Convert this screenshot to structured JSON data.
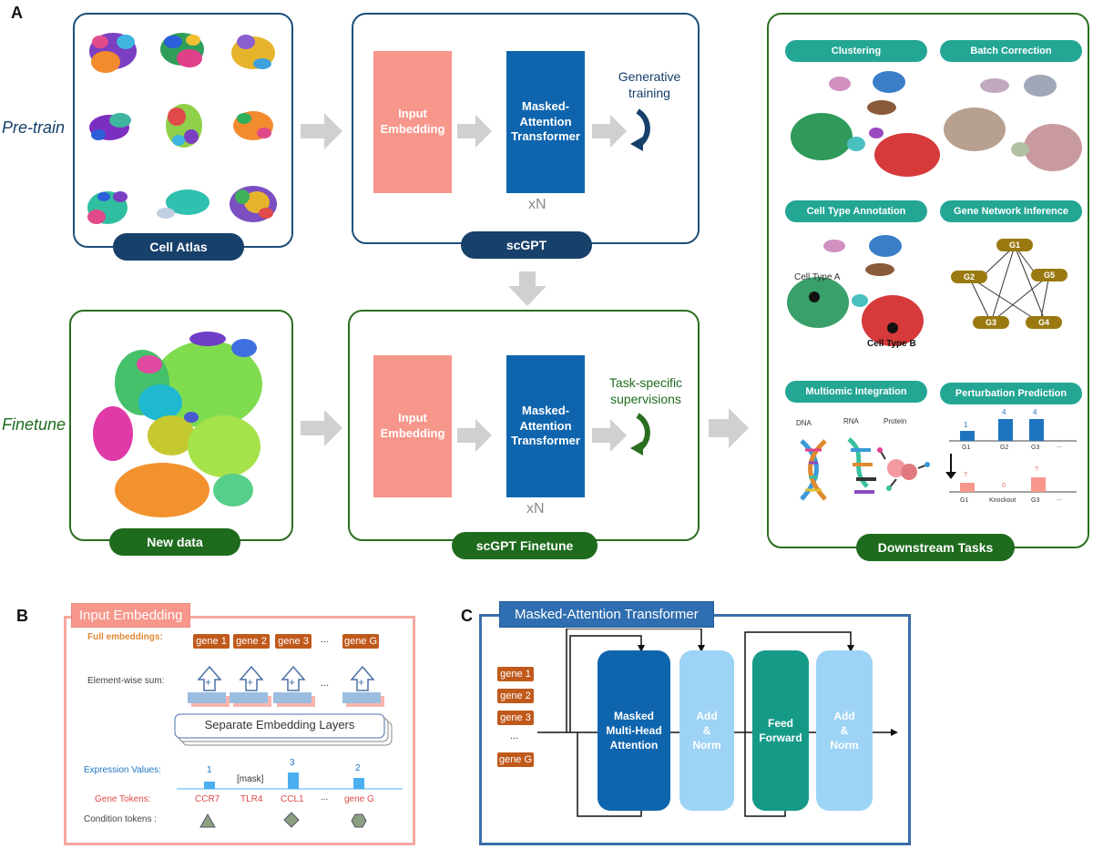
{
  "panels": {
    "a": "A",
    "b": "B",
    "c": "C"
  },
  "pretrain": {
    "side_label": "Pre-train",
    "atlas_pill": "Cell Atlas",
    "model_pill": "scGPT",
    "embed_label": "Input\nEmbedding",
    "transformer_label": "Masked-\nAttention\nTransformer",
    "xn": "xN",
    "objective": "Generative\ntraining"
  },
  "finetune": {
    "side_label": "Finetune",
    "data_pill": "New data",
    "model_pill": "scGPT Finetune",
    "embed_label": "Input\nEmbedding",
    "transformer_label": "Masked-\nAttention\nTransformer",
    "xn": "xN",
    "objective": "Task-specific\nsupervisions"
  },
  "downstream": {
    "pill": "Downstream Tasks",
    "tasks": [
      "Clustering",
      "Batch Correction",
      "Cell Type Annotation",
      "Gene Network Inference",
      "Multiomic Integration",
      "Perturbation Prediction"
    ],
    "cell_type_a": "Cell Type A",
    "cell_type_b": "Cell Type B",
    "network_nodes": [
      "G1",
      "G2",
      "G5",
      "G3",
      "G4"
    ],
    "omics": [
      "DNA",
      "RNA",
      "Protein"
    ],
    "perturb_top_values": [
      "1",
      "4",
      "4"
    ],
    "perturb_top_labels": [
      "G1",
      "G2",
      "G3",
      "..."
    ],
    "perturb_bottom_values": [
      "?",
      "0",
      "?"
    ],
    "perturb_bottom_labels": [
      "G1",
      "Knockout",
      "G3",
      "..."
    ]
  },
  "panel_b": {
    "title": "Input Embedding",
    "full_embeddings": "Full embeddings:",
    "genes": [
      "gene 1",
      "gene 2",
      "gene 3",
      "...",
      "gene G"
    ],
    "elementwise": "Element-wise sum:",
    "sep_layers": "Separate Embedding Layers",
    "expr_label": "Expression Values:",
    "expr_values": [
      "1",
      "3",
      "2"
    ],
    "mask": "[mask]",
    "gene_tokens_label": "Gene Tokens:",
    "gene_tokens": [
      "CCR7",
      "TLR4",
      "CCL1",
      "...",
      "gene G"
    ],
    "condition_label": "Condition tokens :",
    "ellipsis": "..."
  },
  "panel_c": {
    "title": "Masked-Attention Transformer",
    "genes": [
      "gene 1",
      "gene 2",
      "gene 3",
      "...",
      "gene G"
    ],
    "attention": "Masked\nMulti-Head\nAttention",
    "add_norm": "Add\n&\nNorm",
    "ffn": "Feed\nForward"
  },
  "colors": {
    "blue_dark": "#17406a",
    "green_dark": "#1e6b1e",
    "salmon": "#f7968b",
    "transformer_blue": "#0f65ad",
    "teal": "#24a695",
    "gene_orange": "#c05a1c"
  }
}
